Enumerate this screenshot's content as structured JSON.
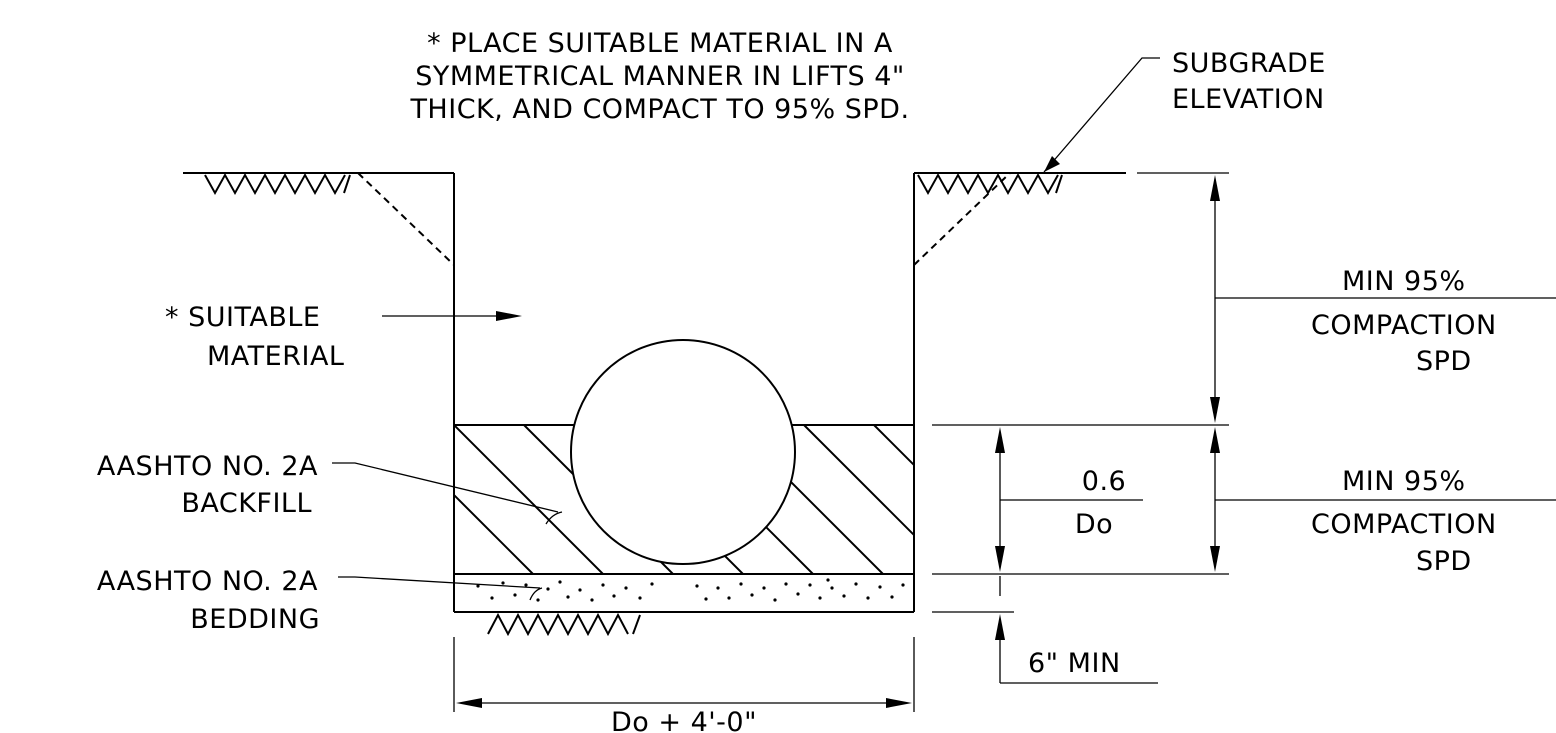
{
  "notes": {
    "general": [
      "* PLACE SUITABLE MATERIAL IN A",
      "SYMMETRICAL MANNER IN LIFTS 4\"",
      "THICK, AND COMPACT TO 95% SPD."
    ],
    "subgrade": [
      "SUBGRADE",
      "ELEVATION"
    ],
    "suitable": [
      "* SUITABLE",
      "MATERIAL"
    ],
    "backfill": [
      "AASHTO NO. 2A",
      "BACKFILL"
    ],
    "bedding": [
      "AASHTO NO. 2A",
      "BEDDING"
    ]
  },
  "dimensions": {
    "upper_compaction": [
      "MIN 95%",
      "COMPACTION",
      "SPD"
    ],
    "lower_compaction": [
      "MIN 95%",
      "COMPACTION",
      "SPD"
    ],
    "backfill_height_numerator": "0.6",
    "backfill_height_denominator": "Do",
    "bedding_depth": "6\" MIN",
    "trench_width": "Do + 4'-0\""
  }
}
